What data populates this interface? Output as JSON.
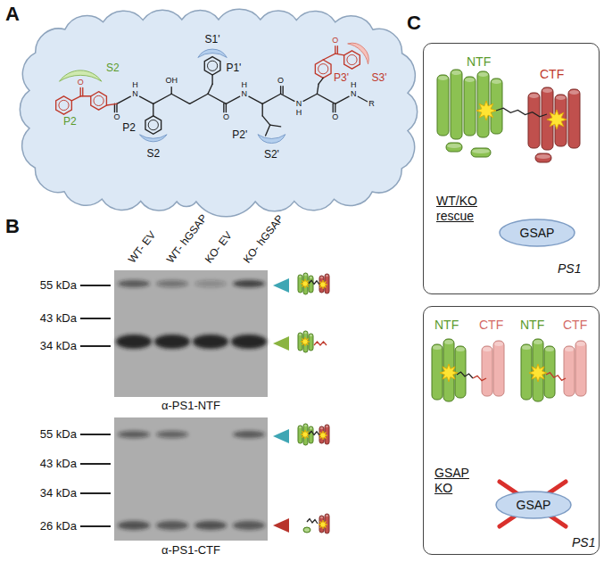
{
  "diagram": {
    "nodes": [
      {
        "text": [
          "NTF",
          "CTF",
          "WT/KO rescue",
          "PS1"
        ]
      },
      {
        "text": [
          "GSAP"
        ],
        "in": 0
      },
      {
        "text": [
          "NTF",
          "CTF",
          "NTF",
          "CTF",
          "GSAP KO",
          "PS1"
        ]
      },
      {
        "text": [
          "GSAP"
        ],
        "in": 2
      }
    ],
    "labels": [
      "A",
      "S2",
      "S1'",
      "O",
      "H",
      "N",
      "OH",
      "P1'",
      "H",
      "N",
      "O",
      "O",
      "S3'",
      "P3'",
      "H",
      "N",
      "R",
      "P2",
      "O",
      "O",
      "N",
      "H",
      "O",
      "P2",
      "P2'",
      "S2",
      "S2'",
      "B",
      "WT- EV",
      "WT- hGSAP",
      "KO- EV",
      "KO- hGSAP",
      "55 kDa",
      "43 kDa",
      "34 kDa",
      "α-PS1-NTF",
      "55 kDa",
      "43 kDa",
      "34 kDa",
      "26 kDa",
      "α-PS1-CTF",
      "C"
    ]
  }
}
